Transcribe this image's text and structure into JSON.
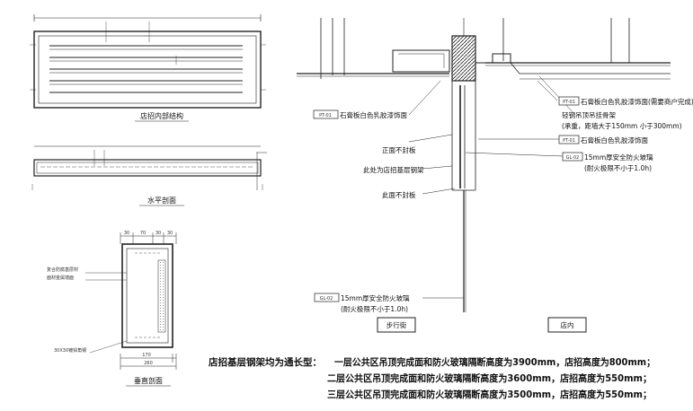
{
  "views": {
    "top": {
      "caption": "店招内部结构"
    },
    "section": {
      "caption": "水平剖面"
    },
    "elevation": {
      "caption": "垂直剖面",
      "dims_top": [
        "30",
        "70",
        "30",
        "30"
      ],
      "dims_bottom": [
        "170",
        "260"
      ],
      "label_frame": "复合防腐基层材",
      "label_finish": "面材金属墙面",
      "label_tube": "30X30镀锌角钢"
    },
    "detail": {
      "labels": {
        "pt01_left": "石膏板白色乳胶漆饰面",
        "right_1": "石膏板白色乳胶漆饰面(需要商户完成)",
        "right_2": "轻钢吊顶吊挂骨架",
        "right_3": "(承重，距墙大于150mm 小于300mm)",
        "right_4": "石膏板白色乳胶漆饰面",
        "right_5": "15mm厚安全防火玻璃",
        "right_6": "(耐火极限不小于1.0h)",
        "mid_1": "正面不封板",
        "mid_2": "此处为店招基层钢架",
        "mid_3": "此面不封板",
        "glass_1": "15mm厚安全防火玻璃",
        "glass_2": "(耐火极限不小于1.0h)"
      },
      "tags": {
        "pt01_left": "PT-01",
        "right_1": "PT-01",
        "right_4": "PT-01",
        "right_5": "GL-02",
        "glass": "GL-02"
      },
      "box_left": "步行街",
      "box_right": "店内"
    }
  },
  "note": {
    "title": "店招基层钢架均为通长型：",
    "lines": [
      "一层公共区吊顶完成面和防火玻璃隔断高度为3900mm，店招高度为800mm；",
      "二层公共区吊顶完成面和防火玻璃隔断高度为3600mm，店招高度为550mm；",
      "三层公共区吊顶完成面和防火玻璃隔断高度为3500mm，店招高度为550mm；"
    ]
  }
}
